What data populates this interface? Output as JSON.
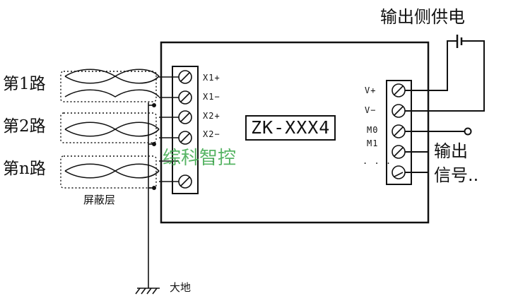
{
  "power": {
    "label": "输出侧供电"
  },
  "channels": [
    "第1路",
    "第2路",
    "第n路"
  ],
  "shield": {
    "label": "屏蔽层"
  },
  "ground": {
    "label": "大地"
  },
  "device": {
    "model": "ZK-XXX4"
  },
  "input_terminals": [
    "X1+",
    "X1−",
    "X2+",
    "X2−",
    ":"
  ],
  "output_terminals": [
    "V+",
    "V−",
    "M0",
    "M1",
    ". . ."
  ],
  "output_signal": {
    "line1": "输出",
    "line2": "信号.."
  },
  "watermark": "综科智控",
  "colors": {
    "line": "#111111",
    "watermark": "#3aa84a"
  }
}
